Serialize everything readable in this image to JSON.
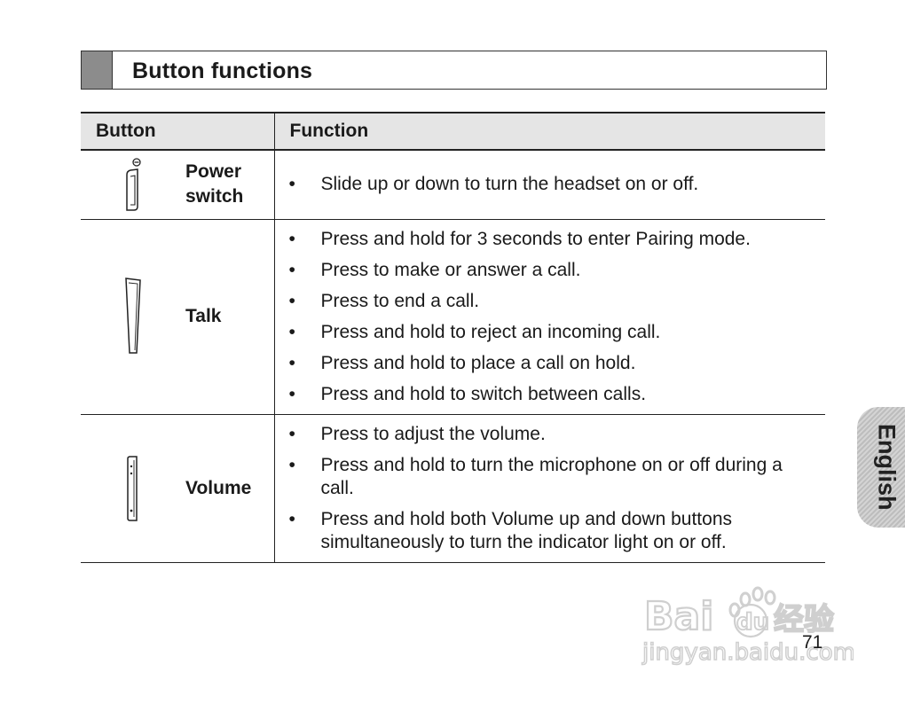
{
  "page": {
    "title": "Button functions",
    "page_number": "71",
    "language_tab": "English"
  },
  "table": {
    "headers": [
      "Button",
      "Function"
    ],
    "rows": [
      {
        "button": "Power switch",
        "label_lines": [
          "Power",
          "switch"
        ],
        "icon": "power-switch-icon",
        "functions": [
          "Slide up or down to turn the headset on or off."
        ]
      },
      {
        "button": "Talk",
        "label_lines": [
          "Talk"
        ],
        "icon": "talk-button-icon",
        "functions": [
          "Press and hold for 3 seconds to enter Pairing mode.",
          "Press to make or answer a call.",
          "Press to end a call.",
          "Press and hold to reject an incoming call.",
          "Press and hold to place a call on hold.",
          "Press and hold to switch between calls."
        ]
      },
      {
        "button": "Volume",
        "label_lines": [
          "Volume"
        ],
        "icon": "volume-button-icon",
        "functions": [
          "Press to adjust the volume.",
          "Press and hold to turn the microphone on or off during a call.",
          "Press and hold both Volume up and down buttons simultaneously to turn the indicator light on or off."
        ]
      }
    ]
  },
  "watermark": {
    "logo_text": "Bai du 经验",
    "url_text": "jingyan.baidu.com"
  }
}
